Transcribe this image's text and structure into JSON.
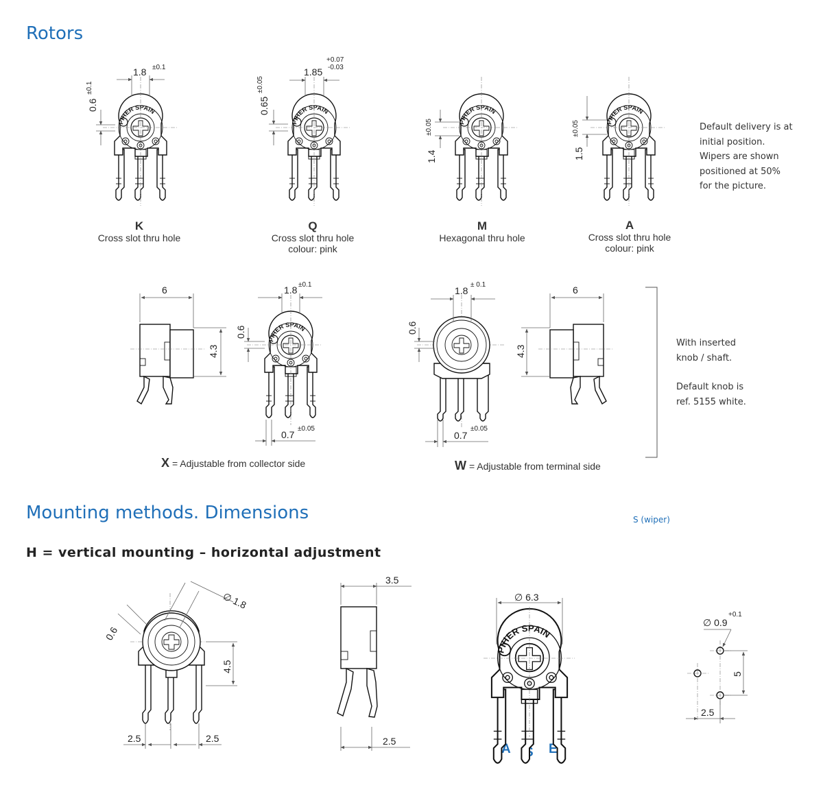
{
  "sections": {
    "rotors": "Rotors",
    "mounting": "Mounting methods. Dimensions"
  },
  "mounting_subtitle": "H = vertical mounting – horizontal adjustment",
  "rotors": [
    {
      "letter": "K",
      "line1": "Cross slot thru hole",
      "line2": ""
    },
    {
      "letter": "Q",
      "line1": "Cross slot thru hole",
      "line2": "colour: pink"
    },
    {
      "letter": "M",
      "line1": "Hexagonal thru hole",
      "line2": ""
    },
    {
      "letter": "A",
      "line1": "Cross slot thru hole",
      "line2": "colour: pink"
    }
  ],
  "notes": {
    "default_delivery": [
      "Default delivery is at",
      "initial position.",
      "Wipers are shown",
      "positioned at 50%",
      "for the picture."
    ],
    "knob": [
      "With inserted",
      "knob / shaft.",
      "",
      "Default knob is",
      "ref. 5155 white."
    ]
  },
  "adjust": {
    "x_letter": "X",
    "x_text": "= Adjustable from collector side",
    "w_letter": "W",
    "w_text": "= Adjustable from terminal side"
  },
  "wiper_label": "S (wiper)",
  "pins": [
    "A",
    "S",
    "E"
  ],
  "brand_text": "PIHER SPAIN",
  "dimensions": {
    "k_width": "1.8",
    "k_width_tol": "±0.1",
    "k_off": "0.6",
    "k_off_tol": "±0.1",
    "q_width": "1.85",
    "q_tol_plus": "+0.07",
    "q_tol_minus": "-0.03",
    "q_off": "0.65",
    "q_off_tol": "±0.05",
    "m_off": "1.4",
    "m_off_tol": "±0.05",
    "a_off": "1.5",
    "a_off_tol": "±0.05",
    "x_body": "6",
    "x_height": "4.3",
    "x_slot": "1.8",
    "x_slot_tol": "±0.1",
    "x_off": "0.6",
    "x_pitch": "0.7",
    "x_pitch_tol": "±0.05",
    "w_slot": "1.8",
    "w_slot_tol": "± 0.1",
    "w_off": "0.6",
    "w_height": "4.3",
    "w_body": "6",
    "w_pitch": "0.7",
    "w_pitch_tol": "±0.05",
    "h_off": "0.6",
    "h_hole": "1.8",
    "h_height": "4.5",
    "h_pitch_l": "2.5",
    "h_pitch_r": "2.5",
    "s_depth": "3.5",
    "s_pitch": "2.5",
    "f_diam": "6.3",
    "p_hole": "0.9",
    "p_hole_tol": "+0.1",
    "p_v": "5",
    "p_h": "2.5"
  }
}
